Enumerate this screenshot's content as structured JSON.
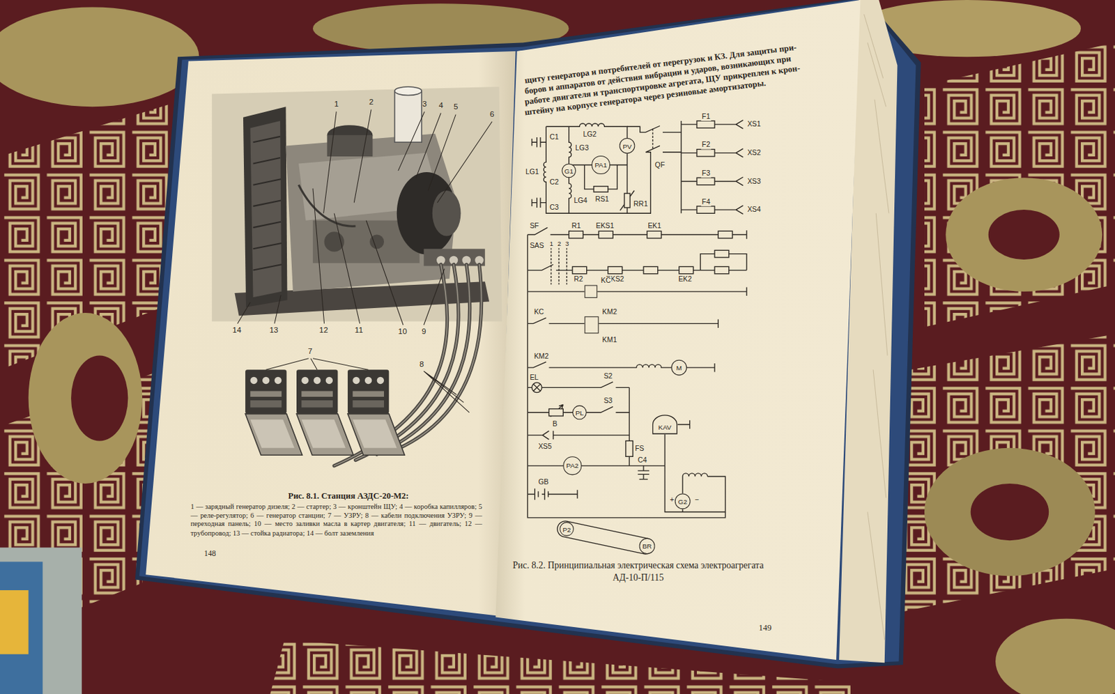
{
  "diagram": {
    "caption": "Рис. 8.2. Принципиальная электрическая схема электроагрегата АД-10-П/115",
    "nodes": [
      {
        "text": [
          "G1"
        ]
      },
      {
        "text": [
          "PV"
        ]
      },
      {
        "text": [
          "PA1"
        ]
      },
      {
        "text": [
          "KC"
        ]
      },
      {
        "text": [
          "KM2",
          "KM1"
        ]
      },
      {
        "text": [
          "M"
        ]
      },
      {
        "text": [
          "PL"
        ]
      },
      {
        "text": [
          "KAV"
        ]
      },
      {
        "text": [
          "PA2"
        ]
      },
      {
        "text": [
          "G2"
        ]
      },
      {
        "text": [
          "P2"
        ]
      },
      {
        "text": [
          "BR"
        ]
      }
    ],
    "labels": [
      "щиту генератора и потребителей от перегрузок и КЗ. Для защиты при-",
      "боров и аппаратов от действия вибрации и ударов, возникающих при",
      "работе двигателя и транспортировке агрегата, ЩУ прикреплен к крон-",
      "штейну на корпусе генератора через резиновые амортизаторы.",
      "1",
      "2",
      "3",
      "4",
      "5",
      "6",
      "14",
      "13",
      "12",
      "11",
      "10",
      "9",
      "7",
      "8",
      "Рис. 8.1. Станция АЗДС-20-М2:",
      "1 — зарядный генератор дизеля; 2 — стартер; 3 — кронштейн ЩУ; 4 — коробка капилляров; 5 — реле-регулятор; 6 — генератор станции; 7 — УЗРУ; 8 — кабели подключения УЗРУ; 9 — переходная панель; 10 — место заливки масла в картер двигателя; 11 — двигатель; 12 — трубопровод; 13 — стойка радиатора; 14 — болт заземления",
      "148",
      "C1",
      "LG1",
      "C2",
      "LG2",
      "LG3",
      "LG4",
      "C3",
      "RS1",
      "RR1",
      "QF",
      "F1",
      "F2",
      "F3",
      "F4",
      "XS1",
      "XS2",
      "XS3",
      "XS4",
      "SF",
      "R1",
      "EKS1",
      "EK1",
      "SAS",
      "1",
      "2",
      "3",
      "R2",
      "EKS2",
      "EK2",
      "KC",
      "KM2",
      "EL",
      "S2",
      "B",
      "S3",
      "XS5",
      "FS",
      "C4",
      "GB",
      "+",
      "−",
      "149"
    ]
  }
}
